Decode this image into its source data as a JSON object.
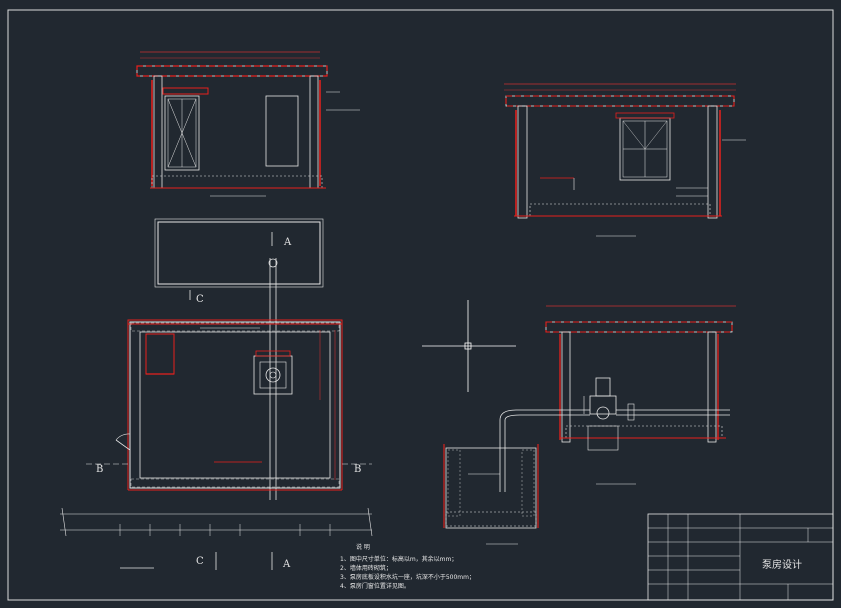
{
  "drawing": {
    "section_marks": {
      "a_top": "A",
      "a_bottom": "A",
      "b_left": "B",
      "b_right": "B",
      "c_top": "C",
      "c_bottom": "C"
    },
    "notes": {
      "heading": "说 明",
      "items": [
        "1、图中尺寸单位：标高以m，其余以mm；",
        "2、墙体用砖砌筑；",
        "3、泵房底板设积水坑一座，坑深不小于500mm；",
        "4、泵房门窗位置详见图。"
      ]
    },
    "title_block": {
      "drawing_title": "泵房设计"
    }
  },
  "colors": {
    "background": "#212830",
    "line": "#e6e6e6",
    "red": "#e8201c",
    "dim": "#c83030"
  }
}
